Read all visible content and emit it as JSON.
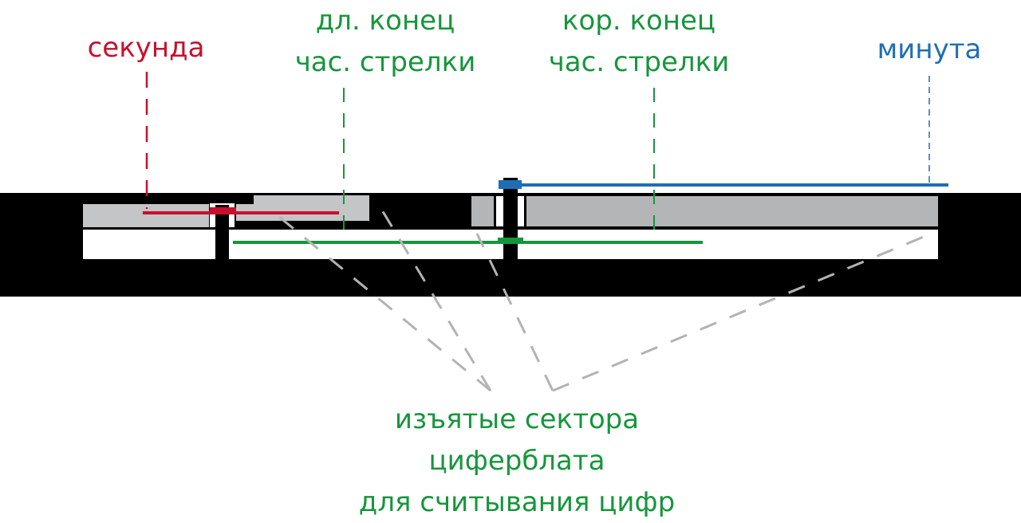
{
  "colors": {
    "second": "#c8102e",
    "hour": "#16963c",
    "minute": "#1f6eb4",
    "dial": "#c4c5c6",
    "guide": "#b3b3b3"
  },
  "labels": {
    "second": "секунда",
    "hour_long": [
      "дл. конец",
      "час. стрелки"
    ],
    "hour_short": [
      "кор. конец",
      "час. стрелки"
    ],
    "minute": "минута",
    "sectors": [
      "изъятые сектора",
      "циферблата",
      "для считывания цифр"
    ]
  }
}
